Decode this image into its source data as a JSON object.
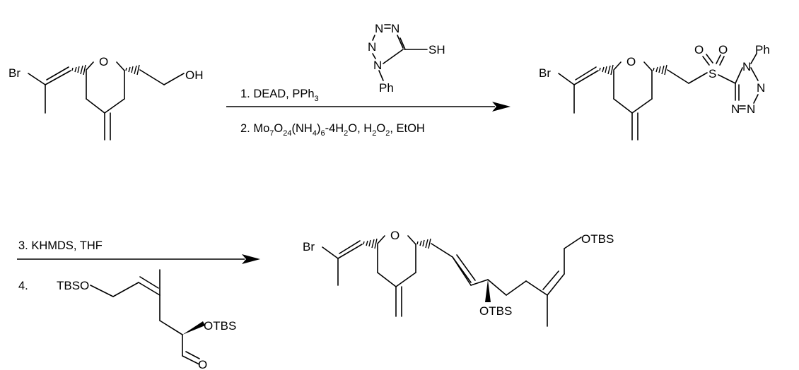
{
  "atoms": {
    "br": "Br",
    "o": "O",
    "oh": "OH",
    "n": "N",
    "sh": "SH",
    "ph": "Ph",
    "s": "S",
    "otbs": "OTBS",
    "tbso": "TBSO"
  },
  "step1": {
    "line1_prefix": "1. DEAD, PPh",
    "line1_sub": "3",
    "line2_prefix": "2. Mo",
    "line2_sub1": "7",
    "line2_mid1": "O",
    "line2_sub2": "24",
    "line2_mid2": "(NH",
    "line2_sub3": "4",
    "line2_mid3": ")",
    "line2_sub4": "6",
    "line2_mid4": "-4H",
    "line2_sub5": "2",
    "line2_mid5": "O, H",
    "line2_sub6": "2",
    "line2_mid6": "O",
    "line2_sub7": "2",
    "line2_end": ", EtOH"
  },
  "step2": {
    "line3": "3. KHMDS, THF",
    "line4": "4."
  }
}
